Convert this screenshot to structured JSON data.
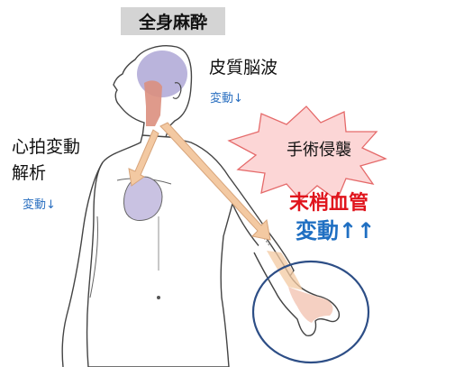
{
  "title": "全身麻酔",
  "brain": {
    "label": "皮質脳波",
    "change": "変動↓"
  },
  "heart": {
    "label_line1": "心拍変動",
    "label_line2": "解析",
    "change": "変動↓"
  },
  "stress": {
    "label": "手術侵襲"
  },
  "peripheral": {
    "label": "末梢血管",
    "change": "変動↑↑"
  },
  "colors": {
    "brain_fill": "#b3acd8",
    "heart_fill": "#c9c2e2",
    "flow_arrow": "#f3c9a2",
    "flow_arrow_edge": "#d8a57b",
    "stress_fill": "#fcd6d6",
    "stress_edge": "#e56a6a",
    "circle_edge": "#2d4e86",
    "accent_red": "#e0141c",
    "accent_blue": "#1f6fc2"
  }
}
